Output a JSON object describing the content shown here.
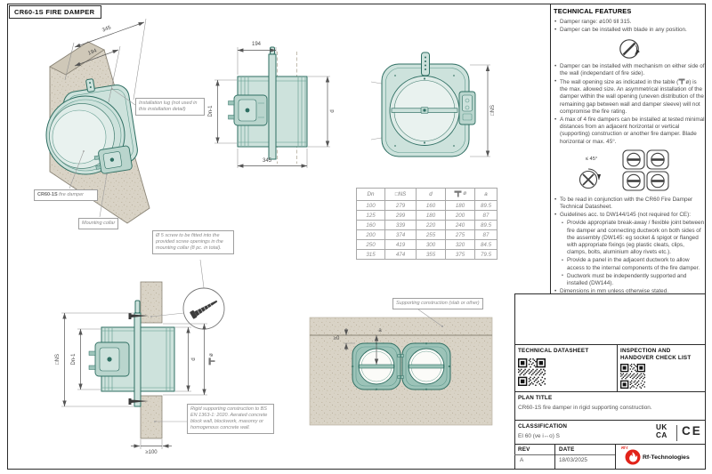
{
  "page": {
    "title": "CR60-1S FIRE DAMPER"
  },
  "iso": {
    "dim_345": "345",
    "dim_194": "194",
    "lug_note": "Installation lug (not used in this installation detail)",
    "damper_bold": "CR60-1S",
    "damper_rest": " fire damper",
    "collar_label": "Mounting collar"
  },
  "side": {
    "dim_top": "194",
    "dim_bottom": "345",
    "dim_left": "Dn-1",
    "dim_right": "d"
  },
  "front": {
    "dim_right": "□NS"
  },
  "table": {
    "headers": {
      "dn": "Dn",
      "ns": "□NS",
      "d": "d",
      "wall": "ø",
      "a": "a"
    },
    "rows": [
      {
        "dn": "100",
        "ns": "279",
        "d": "160",
        "wall": "180",
        "a": "89.5"
      },
      {
        "dn": "125",
        "ns": "299",
        "d": "180",
        "wall": "200",
        "a": "87"
      },
      {
        "dn": "160",
        "ns": "339",
        "d": "220",
        "wall": "240",
        "a": "89.5"
      },
      {
        "dn": "200",
        "ns": "374",
        "d": "255",
        "wall": "275",
        "a": "87"
      },
      {
        "dn": "250",
        "ns": "419",
        "d": "300",
        "wall": "320",
        "a": "84.5"
      },
      {
        "dn": "315",
        "ns": "474",
        "d": "355",
        "wall": "375",
        "a": "79.5"
      }
    ]
  },
  "section": {
    "screw_note": "Ø 5 screw to be fitted into the provided screw openings in the mounting collar (8 pc. in total).",
    "wall_note": "Rigid supporting construction to BS EN 1363-1: 2020. Aerated concrete block wall, blockwork, masonry or homogenous concrete wall.",
    "dim_outer": "□NS",
    "dim_inner": "Dn-1",
    "dim_right": "d",
    "dim_wall_open": "ø",
    "dim_wall_min": "≥100"
  },
  "plan": {
    "label": "Supporting construction (slab or other)",
    "dim_gap": "≥0",
    "dim_a": "a"
  },
  "tech": {
    "heading": "TECHNICAL FEATURES",
    "b1": "Damper range: ø100 till 315.",
    "b2": "Damper can be installed with blade in any position.",
    "b3": "Damper can be installed with mechanism on either side of the wall (independant of fire side).",
    "b4a": "The wall opening size as indicated in the table (",
    "b4b": "ø) is the max. allowed size. An asymmetrical installation of the damper within the wall opening (uneven distribution of the remaining gap between wall and damper sleeve) will not compromise the fire rating.",
    "b5": "A max of 4 fire dampers can be installed at tested minimal distances from an adjacent horizontal or vertical (supporting) construction or another fire damper. Blade horizontal or max. 45°.",
    "angle_label": "≤ 45°",
    "b6": "To be read in conjunction with the CR60 Fire Damper Technical Datasheet.",
    "b7": "Guidelines acc. to DW144/145 (not required for CE):",
    "b7a": "Provide appropriate break-away / flexible joint between fire damper and connecting ductwork on both sides of the assembly (DW145: eg socket & spigot or flanged with appropriate fixings (eg plastic cleats, clips, clamps, bolts, aluminium alloy rivets etc.).",
    "b7b": "Provide a panel in the adjacent ductwork to allow access to the internal components of the fire damper.",
    "b7c": "Ductwork must be independently supported and installed (DW144).",
    "b8": "Dimensions in mm unless otherwise stated."
  },
  "titleblock": {
    "datasheet": "TECHNICAL DATASHEET",
    "inspection1": "INSPECTION AND",
    "inspection2": "HANDOVER CHECK LIST",
    "plan_title_label": "PLAN TITLE",
    "plan_title": "CR60-1S fire damper in rigid supporting construction.",
    "classification_label": "CLASSIFICATION",
    "classification": "EI 60 (ve i↔o) S",
    "rev_label": "REV",
    "rev": "A",
    "date_label": "DATE",
    "date": "18/03/2025",
    "uk": "UK",
    "ca": "CA",
    "ce": "CE",
    "brand_small": "Rf-t",
    "brand": "Rf-Technologies"
  },
  "colors": {
    "teal_fill": "#cde2dc",
    "teal_stroke": "#2e6e62",
    "concrete": "#d9d3c6",
    "brand_red": "#e2231a"
  }
}
